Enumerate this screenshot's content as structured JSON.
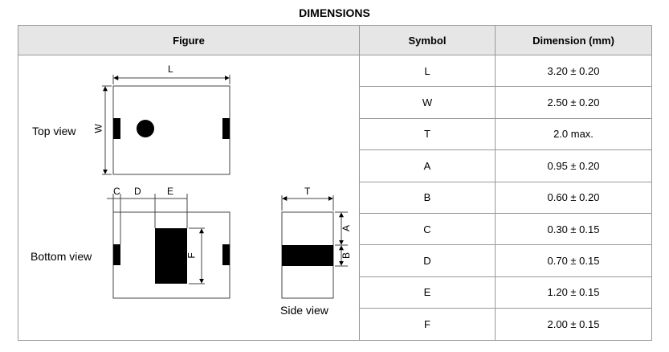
{
  "title": "DIMENSIONS",
  "table": {
    "headers": {
      "figure": "Figure",
      "symbol": "Symbol",
      "dimension": "Dimension (mm)"
    },
    "rows": [
      {
        "symbol": "L",
        "value": "3.20 ± 0.20"
      },
      {
        "symbol": "W",
        "value": "2.50 ± 0.20"
      },
      {
        "symbol": "T",
        "value": "2.0 max."
      },
      {
        "symbol": "A",
        "value": "0.95 ± 0.20"
      },
      {
        "symbol": "B",
        "value": "0.60 ± 0.20"
      },
      {
        "symbol": "C",
        "value": "0.30 ± 0.15"
      },
      {
        "symbol": "D",
        "value": "0.70 ± 0.15"
      },
      {
        "symbol": "E",
        "value": "1.20 ± 0.15"
      },
      {
        "symbol": "F",
        "value": "2.00 ± 0.15"
      }
    ]
  },
  "figure": {
    "top_view_label": "Top view",
    "bottom_view_label": "Bottom view",
    "side_view_label": "Side view",
    "dim_letters": {
      "L": "L",
      "W": "W",
      "C": "C",
      "D": "D",
      "E": "E",
      "F": "F",
      "T": "T",
      "A": "A",
      "B": "B"
    }
  }
}
